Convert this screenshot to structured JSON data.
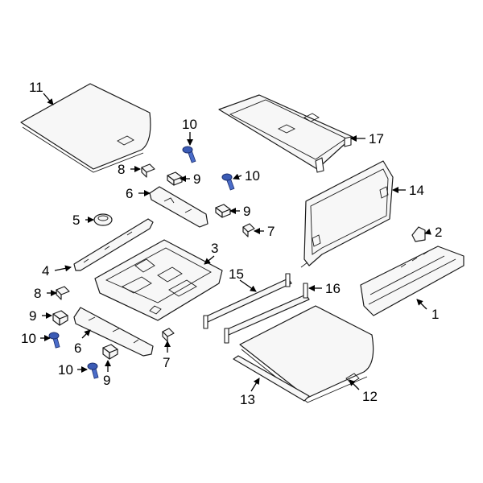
{
  "callouts": [
    {
      "id": "c11a",
      "text": "11"
    },
    {
      "id": "c10a",
      "text": "10"
    },
    {
      "id": "c17",
      "text": "17"
    },
    {
      "id": "c8a",
      "text": "8"
    },
    {
      "id": "c9a",
      "text": "9"
    },
    {
      "id": "c10b",
      "text": "10"
    },
    {
      "id": "c6a",
      "text": "6"
    },
    {
      "id": "c14",
      "text": "14"
    },
    {
      "id": "c9b",
      "text": "9"
    },
    {
      "id": "c5",
      "text": "5"
    },
    {
      "id": "c7a",
      "text": "7"
    },
    {
      "id": "c2",
      "text": "2"
    },
    {
      "id": "c3",
      "text": "3"
    },
    {
      "id": "c4",
      "text": "4"
    },
    {
      "id": "c15",
      "text": "15"
    },
    {
      "id": "c16",
      "text": "16"
    },
    {
      "id": "c8b",
      "text": "8"
    },
    {
      "id": "c1",
      "text": "1"
    },
    {
      "id": "c9c",
      "text": "9"
    },
    {
      "id": "c10c",
      "text": "10"
    },
    {
      "id": "c6b",
      "text": "6"
    },
    {
      "id": "c7b",
      "text": "7"
    },
    {
      "id": "c10d",
      "text": "10"
    },
    {
      "id": "c9d",
      "text": "9"
    },
    {
      "id": "c13",
      "text": "13"
    },
    {
      "id": "c12",
      "text": "12"
    }
  ],
  "colors": {
    "bolt": "#3b5bb5",
    "line": "#1a1a1a",
    "background": "#ffffff"
  }
}
